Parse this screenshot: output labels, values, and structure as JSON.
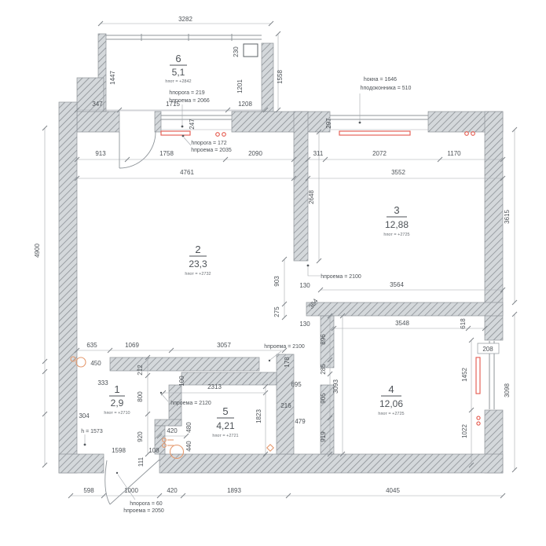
{
  "drawing": {
    "type": "apartment floor plan"
  },
  "rooms": [
    {
      "num": "6",
      "area": "5,1",
      "h": "hпот = +2842"
    },
    {
      "num": "2",
      "area": "23,3",
      "h": "hпот = +2732"
    },
    {
      "num": "3",
      "area": "12,88",
      "h": "hпот = +2725"
    },
    {
      "num": "4",
      "area": "12,06",
      "h": "hпот = +2725"
    },
    {
      "num": "5",
      "area": "4,21",
      "h": "hпот = +2721"
    },
    {
      "num": "1",
      "area": "2,9",
      "h": "hпот = +2710"
    }
  ],
  "dims": {
    "top3282": "3282",
    "b1447": "1447",
    "b230": "230",
    "b1201": "1201",
    "b347": "347",
    "b1715": "1715",
    "b1208": "1208",
    "b1558": "1558",
    "r913": "913",
    "r1758": "1758",
    "r2090": "2090",
    "v247": "247",
    "r311": "311",
    "r2072": "2072",
    "r1170": "1170",
    "v297": "297",
    "w4761": "4761",
    "w3552": "3552",
    "v2648": "2648",
    "v3615": "3615",
    "v4900": "4900",
    "v903": "903",
    "v275": "275",
    "h130a": "130",
    "h130b": "130",
    "d364": "364",
    "w3564": "3564",
    "w3548": "3548",
    "v618": "618",
    "n208": "208",
    "v1452": "1452",
    "v1022": "1022",
    "v3098": "3098",
    "v896": "896",
    "v285": "285",
    "v905": "905",
    "v919": "919",
    "v3093": "3093",
    "h635": "635",
    "h1069": "1069",
    "h3057": "3057",
    "n450": "450",
    "n333": "333",
    "v212": "212",
    "v800": "800",
    "v920": "920",
    "v178": "178",
    "n304": "304",
    "h1598": "1598",
    "h108": "108",
    "v111": "111",
    "w2313": "2313",
    "v100": "100",
    "h420": "420",
    "v480": "480",
    "v440": "440",
    "v1823": "1823",
    "h216": "216",
    "h695": "695",
    "h479": "479",
    "b598": "598",
    "b1000": "1000",
    "b420": "420",
    "b1893": "1893",
    "b4045": "4045"
  },
  "openings": {
    "balcony_door": [
      "hпорога = 219",
      "hпроема = 2066"
    ],
    "room2_door": [
      "hпорога = 172",
      "hпроема = 2035"
    ],
    "window3": [
      "hокна = 1646",
      "hподоконника = 510"
    ],
    "room3_opening": "hпроема = 2100",
    "room2_opening": "hпроема = 2100",
    "room5_door": "hпроема = 2120",
    "niche": "h = 1573",
    "entry": [
      "hпорога = 60",
      "hпроема = 2050"
    ]
  },
  "colors": {
    "wall_fill": "#d4d8db",
    "hatch_line": "#82878c",
    "dim_line": "#a3a8ad",
    "text": "#4d5257",
    "accent_red": "#e4574b",
    "accent_orange": "#e59a6f"
  }
}
